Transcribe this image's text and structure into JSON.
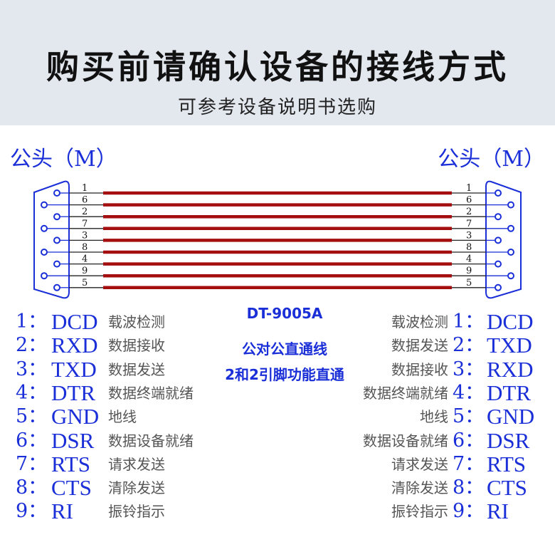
{
  "header": {
    "title": "购买前请确认设备的接线方式",
    "subtitle": "可参考设备说明书选购"
  },
  "left_label": "公头（M）",
  "right_label": "公头（M）",
  "pins": [
    "1",
    "6",
    "2",
    "7",
    "3",
    "8",
    "4",
    "9",
    "5"
  ],
  "model": {
    "name": "DT-9005A",
    "type": "公对公直通线",
    "note": "2和2引脚功能直通"
  },
  "left_rows": [
    {
      "num": "1：",
      "code": "DCD",
      "desc": "载波检测"
    },
    {
      "num": "2：",
      "code": "RXD",
      "desc": "数据接收"
    },
    {
      "num": "3：",
      "code": "TXD",
      "desc": "数据发送"
    },
    {
      "num": "4：",
      "code": "DTR",
      "desc": "数据终端就绪"
    },
    {
      "num": "5：",
      "code": "GND",
      "desc": "地线"
    },
    {
      "num": "6：",
      "code": "DSR",
      "desc": "数据设备就绪"
    },
    {
      "num": "7：",
      "code": "RTS",
      "desc": "请求发送"
    },
    {
      "num": "8：",
      "code": "CTS",
      "desc": "清除发送"
    },
    {
      "num": "9：",
      "code": "RI",
      "desc": "振铃指示"
    }
  ],
  "right_rows": [
    {
      "num": "1：",
      "code": "DCD",
      "desc": "载波检测"
    },
    {
      "num": "2：",
      "code": "TXD",
      "desc": "数据发送"
    },
    {
      "num": "3：",
      "code": "RXD",
      "desc": "数据接收"
    },
    {
      "num": "4：",
      "code": "DTR",
      "desc": "数据终端就绪"
    },
    {
      "num": "5：",
      "code": "GND",
      "desc": "地线"
    },
    {
      "num": "6：",
      "code": "DSR",
      "desc": "数据设备就绪"
    },
    {
      "num": "7：",
      "code": "RTS",
      "desc": "请求发送"
    },
    {
      "num": "8：",
      "code": "CTS",
      "desc": "清除发送"
    },
    {
      "num": "9：",
      "code": "RI",
      "desc": "振铃指示"
    }
  ],
  "colors": {
    "blue": "#1a2fd8",
    "wire": "#a50e0e"
  }
}
